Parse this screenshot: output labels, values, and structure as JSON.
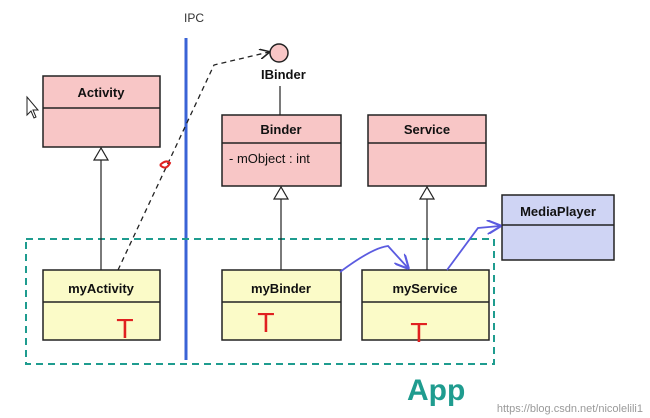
{
  "labels": {
    "ipc": "IPC",
    "ibinder": "IBinder",
    "app": "App",
    "watermark": "https://blog.csdn.net/nicolelili1"
  },
  "classes": {
    "activity": {
      "name": "Activity"
    },
    "binder": {
      "name": "Binder",
      "attribute": "- mObject : int"
    },
    "service": {
      "name": "Service"
    },
    "mediaplayer": {
      "name": "MediaPlayer"
    },
    "myactivity": {
      "name": "myActivity",
      "annotation": "T"
    },
    "mybinder": {
      "name": "myBinder",
      "annotation": "T"
    },
    "myservice": {
      "name": "myService",
      "annotation": "T"
    }
  },
  "colors": {
    "base_class_fill": "#f8c6c6",
    "impl_class_fill": "#fbfbc8",
    "mediaplayer_fill": "#cfd4f4",
    "ipc_line": "#3a63d6",
    "app_boundary": "#1f9c8f",
    "association": "#5b5be0",
    "annotation": "#e02020",
    "ibinder_fill": "#f8c6c6"
  }
}
